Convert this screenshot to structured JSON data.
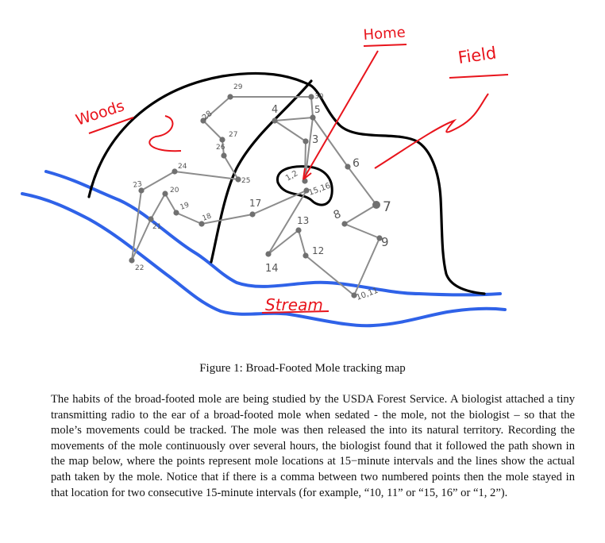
{
  "map": {
    "labels": {
      "woods": "Woods",
      "home": "Home",
      "field": "Field",
      "stream": "Stream"
    },
    "colors": {
      "annotation": "#e8141c",
      "stream": "#2f62e8",
      "boundary": "#000000",
      "path": "#8c8c8c",
      "point": "#707070"
    },
    "point_labels": [
      "1,2",
      "3",
      "4",
      "5",
      "6",
      "7",
      "8",
      "9",
      "10,11",
      "12",
      "13",
      "14",
      "15,16",
      "17",
      "18",
      "19",
      "20",
      "21",
      "22",
      "23",
      "24",
      "25",
      "26",
      "27",
      "28",
      "29",
      "30"
    ]
  },
  "caption": "Figure 1: Broad-Footed Mole tracking map",
  "paragraph": "The habits of the broad-footed mole are being studied by the USDA Forest Service. A biologist attached a tiny transmitting radio to the ear of a broad-footed mole when sedated - the mole, not the biologist – so that the mole’s movements could be tracked. The mole was then released the into its natural territory. Recording the movements of the mole continuously over several hours, the biologist found that it followed the path shown in the map below, where the points represent mole locations at 15−minute intervals and the lines show the actual path taken by the mole. Notice that if there is a comma between two numbered points then the mole stayed in that location for two consecutive 15-minute intervals (for example, “10, 11” or “15, 16” or “1, 2”)."
}
